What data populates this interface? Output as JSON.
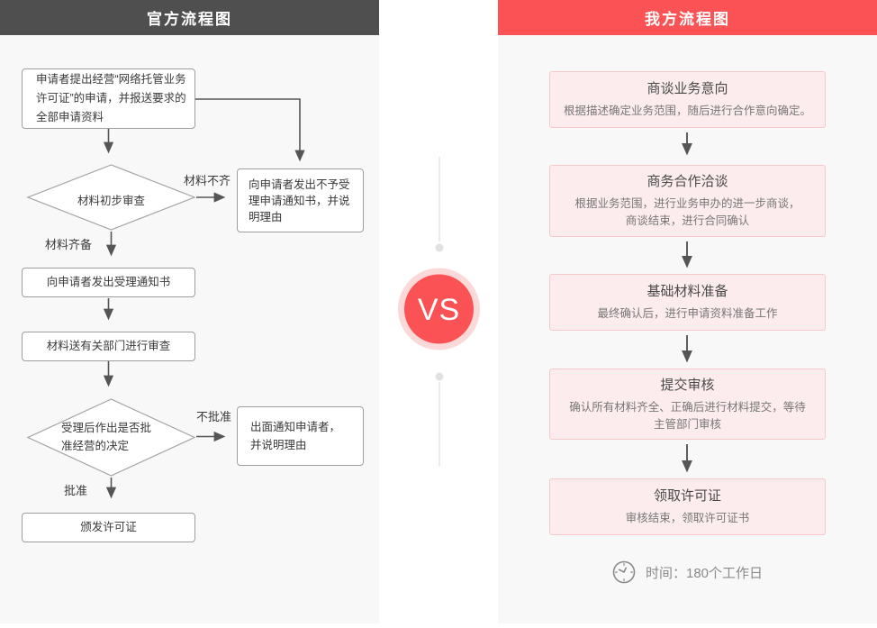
{
  "left_panel": {
    "title": "官方流程图",
    "boxes": {
      "apply": "申请者提出经营“网络托管业务\n许可证”的申请，并报送要求的\n全部申请资料",
      "initial_review": "材料初步审查",
      "reject_notice": "向申请者发出不予受\n理申请通知书，并说\n明理由",
      "accept_notice": "向申请者发出受理通知书",
      "dept_review": "材料送有关部门进行审查",
      "decision": "受理后作出是否批\n准经营的决定",
      "inform_reject": "出面通知申请者，\n并说明理由",
      "issue_license": "颁发许可证"
    },
    "labels": {
      "incomplete": "材料不齐",
      "complete": "材料齐备",
      "not_approved": "不批准",
      "approved": "批准"
    }
  },
  "versus": {
    "label": "VS"
  },
  "right_panel": {
    "title": "我方流程图",
    "steps": [
      {
        "title": "商谈业务意向",
        "desc": "根据描述确定业务范围，随后进行合作意向确定。"
      },
      {
        "title": "商务合作洽谈",
        "desc": "根据业务范围，进行业务申办的进一步商谈，\n商谈结束，进行合同确认"
      },
      {
        "title": "基础材料准备",
        "desc": "最终确认后，进行申请资料准备工作"
      },
      {
        "title": "提交审核",
        "desc": "确认所有材料齐全、正确后进行材料提交，等待\n主管部门审核"
      },
      {
        "title": "领取许可证",
        "desc": "审核结束，领取许可证书"
      }
    ],
    "time_icon": "clock-icon",
    "time_note": "时间：180个工作日"
  },
  "colors": {
    "left_header_bg": "#4f4f4f",
    "right_header_bg": "#fb5355",
    "vs_circle": "#fb5355",
    "vs_ring": "#fcd9d9",
    "panel_bg": "#f8f8f8",
    "step_box_bg": "#fdeced",
    "step_box_border": "#f6c9ca",
    "flow_box_border": "#9e9e9e",
    "arrow": "#555555",
    "divider_line": "#e4e4e4"
  }
}
